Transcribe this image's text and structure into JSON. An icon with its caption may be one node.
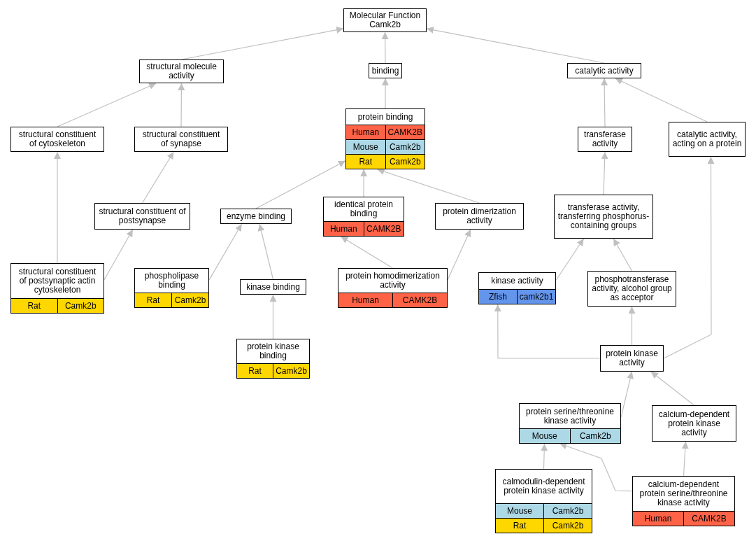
{
  "diagram": {
    "nodes": [
      {
        "text": [
          "Molecular Function Camk2b"
        ]
      },
      {
        "text": [
          "structural molecule activity"
        ]
      },
      {
        "text": [
          "binding"
        ]
      },
      {
        "text": [
          "catalytic activity"
        ]
      },
      {
        "text": [
          "structural constituent of cytoskeleton"
        ]
      },
      {
        "text": [
          "structural constituent of synapse"
        ]
      },
      {
        "text": [
          "protein binding",
          "Human",
          "CAMK2B",
          "Mouse",
          "Camk2b",
          "Rat",
          "Camk2b"
        ]
      },
      {
        "text": [
          "transferase activity"
        ]
      },
      {
        "text": [
          "catalytic activity, acting on a protein"
        ]
      },
      {
        "text": [
          "structural constituent of postsynapse"
        ]
      },
      {
        "text": [
          "enzyme binding"
        ]
      },
      {
        "text": [
          "identical protein binding",
          "Human",
          "CAMK2B"
        ]
      },
      {
        "text": [
          "protein dimerization activity"
        ]
      },
      {
        "text": [
          "transferase activity, transferring phosphorus-containing groups"
        ]
      },
      {
        "text": [
          "structural constituent of postsynaptic actin cytoskeleton",
          "Rat",
          "Camk2b"
        ]
      },
      {
        "text": [
          "phospholipase binding",
          "Rat",
          "Camk2b"
        ]
      },
      {
        "text": [
          "kinase binding"
        ]
      },
      {
        "text": [
          "protein homodimerization activity",
          "Human",
          "CAMK2B"
        ]
      },
      {
        "text": [
          "kinase activity",
          "Zfish",
          "camk2b1"
        ]
      },
      {
        "text": [
          "phosphotransferase activity, alcohol group as acceptor"
        ]
      },
      {
        "text": [
          "protein kinase binding",
          "Rat",
          "Camk2b"
        ]
      },
      {
        "text": [
          "protein kinase activity"
        ]
      },
      {
        "text": [
          "protein serine/threonine kinase activity",
          "Mouse",
          "Camk2b"
        ]
      },
      {
        "text": [
          "calcium-dependent protein kinase activity"
        ]
      },
      {
        "text": [
          "calmodulin-dependent protein kinase activity",
          "Mouse",
          "Camk2b",
          "Rat",
          "Camk2b"
        ]
      },
      {
        "text": [
          "calcium-dependent protein serine/threonine kinase activity",
          "Human",
          "CAMK2B"
        ]
      }
    ],
    "edges": [
      {
        "from": 1,
        "to": 0,
        "arrow": "to"
      },
      {
        "from": 2,
        "to": 0,
        "arrow": "to"
      },
      {
        "from": 3,
        "to": 0,
        "arrow": "to"
      },
      {
        "from": 4,
        "to": 1,
        "arrow": "to"
      },
      {
        "from": 5,
        "to": 1,
        "arrow": "to"
      },
      {
        "from": 6,
        "to": 2,
        "arrow": "to"
      },
      {
        "from": 7,
        "to": 3,
        "arrow": "to"
      },
      {
        "from": 8,
        "to": 3,
        "arrow": "to"
      },
      {
        "from": 9,
        "to": 5,
        "arrow": "to"
      },
      {
        "from": 14,
        "to": 4,
        "arrow": "to"
      },
      {
        "from": 14,
        "to": 9,
        "arrow": "to"
      },
      {
        "from": 10,
        "to": 6,
        "arrow": "to"
      },
      {
        "from": 11,
        "to": 6,
        "arrow": "to"
      },
      {
        "from": 12,
        "to": 6,
        "arrow": "to"
      },
      {
        "from": 15,
        "to": 10,
        "arrow": "to"
      },
      {
        "from": 16,
        "to": 10,
        "arrow": "to"
      },
      {
        "from": 20,
        "to": 16,
        "arrow": "to"
      },
      {
        "from": 17,
        "to": 11,
        "arrow": "to"
      },
      {
        "from": 17,
        "to": 12,
        "arrow": "to"
      },
      {
        "from": 13,
        "to": 7,
        "arrow": "to"
      },
      {
        "from": 18,
        "to": 13,
        "arrow": "to"
      },
      {
        "from": 19,
        "to": 13,
        "arrow": "to"
      },
      {
        "from": 21,
        "to": 18,
        "arrow": "to"
      },
      {
        "from": 21,
        "to": 19,
        "arrow": "to"
      },
      {
        "from": 21,
        "to": 8,
        "arrow": "to"
      },
      {
        "from": 22,
        "to": 21,
        "arrow": "to"
      },
      {
        "from": 23,
        "to": 21,
        "arrow": "to"
      },
      {
        "from": 24,
        "to": 22,
        "arrow": "to"
      },
      {
        "from": 25,
        "to": 22,
        "arrow": "to"
      },
      {
        "from": 25,
        "to": 23,
        "arrow": "to"
      }
    ]
  }
}
